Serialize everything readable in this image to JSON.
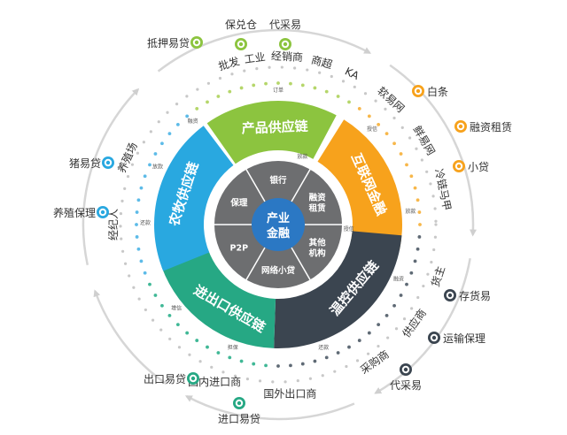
{
  "center": {
    "line1": "产业",
    "line2": "金融"
  },
  "hub_segments": [
    "银行",
    "融资\n租赁",
    "其他\n机构",
    "网络小贷",
    "P2P",
    "保理"
  ],
  "chains": [
    {
      "label": "产品供应链",
      "color": "#8cc43f"
    },
    {
      "label": "互联网金融",
      "color": "#f7a21c"
    },
    {
      "label": "温控供应链",
      "color": "#3b4550"
    },
    {
      "label": "进出口供应链",
      "color": "#26a884"
    },
    {
      "label": "农牧供应链",
      "color": "#29a8e0"
    }
  ],
  "participants": {
    "green": [
      "批发",
      "工业",
      "经销商",
      "商超",
      "KA"
    ],
    "orange": [
      "软易网",
      "鲜易网",
      "冷链马甲"
    ],
    "dark": [
      "货主",
      "供应商",
      "采购商"
    ],
    "teal": [
      "国内进口商",
      "国外出口商"
    ],
    "blue": [
      "经纪人",
      "养殖场"
    ]
  },
  "products": {
    "green": [
      "抵押易贷",
      "保兑仓",
      "代采易"
    ],
    "orange": [
      "白条",
      "融资租赁",
      "小贷"
    ],
    "dark": [
      "存货易",
      "运输保理",
      "代采易"
    ],
    "teal": [
      "出口易贷",
      "进口易贷"
    ],
    "blue": [
      "猪易贷",
      "养殖保理"
    ]
  },
  "flow_small_labels": [
    "订单",
    "授信",
    "放款",
    "融资",
    "还款",
    "担保",
    "增信",
    "还款",
    "放款",
    "融资",
    "放款",
    "授信"
  ]
}
